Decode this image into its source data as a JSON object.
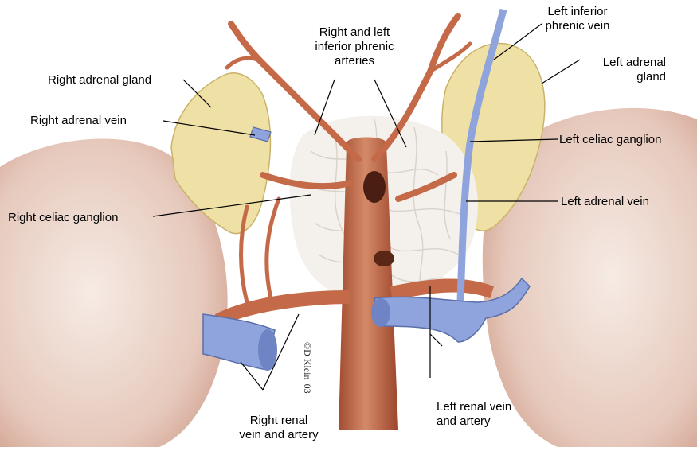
{
  "labels": {
    "phrenic_arteries": [
      "Right and left",
      "inferior phrenic",
      "arteries"
    ],
    "left_inferior_phrenic_vein": [
      "Left inferior",
      "phrenic vein"
    ],
    "right_adrenal_gland": "Right adrenal gland",
    "left_adrenal_gland": [
      "Left adrenal",
      "gland"
    ],
    "right_adrenal_vein": "Right adrenal vein",
    "left_celiac_ganglion": "Left celiac ganglion",
    "left_adrenal_vein": "Left adrenal vein",
    "right_celiac_ganglion": "Right celiac ganglion",
    "left_renal_vein_artery": [
      "Left renal vein",
      "and artery"
    ],
    "right_renal_vein_artery": [
      "Right renal",
      "vein and artery"
    ]
  },
  "signature": "©D Klein '03",
  "colors": {
    "artery": "#c56a48",
    "vein": "#8fa3dc",
    "adrenal": "#efe0a6",
    "kidney": "#e9cfc4",
    "ganglion": "#f4f0ec",
    "leader": "#000000"
  }
}
